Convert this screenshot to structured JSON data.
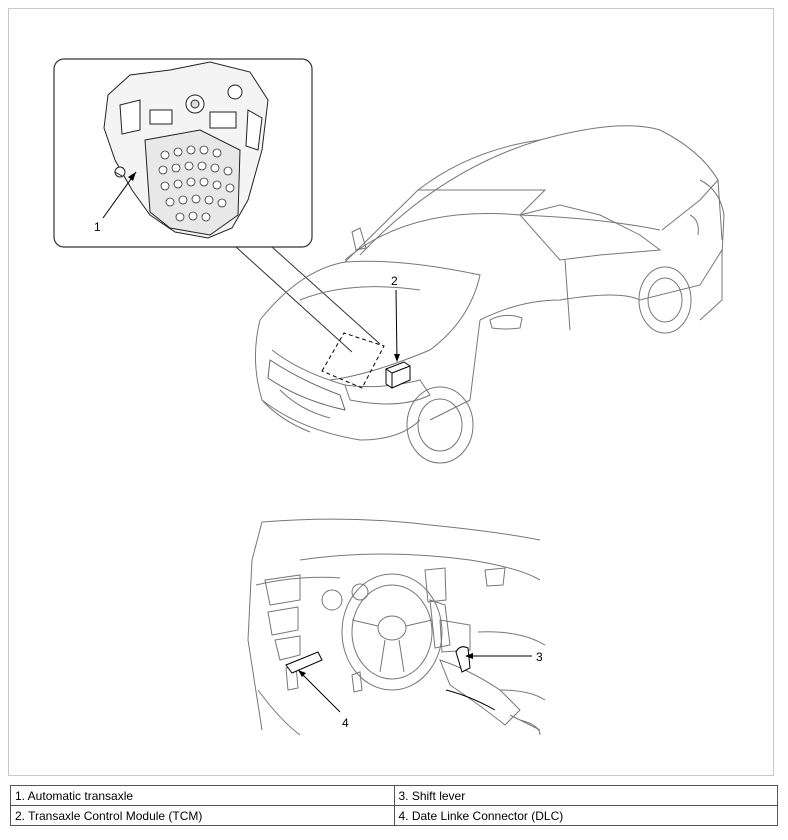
{
  "callouts": {
    "c1": "1",
    "c2": "2",
    "c3": "3",
    "c4": "4"
  },
  "legend": {
    "rows": [
      [
        "1. Automatic transaxle",
        "3. Shift lever"
      ],
      [
        "2. Transaxle Control Module (TCM)",
        "4. Date Linke Connector (DLC)"
      ]
    ]
  }
}
